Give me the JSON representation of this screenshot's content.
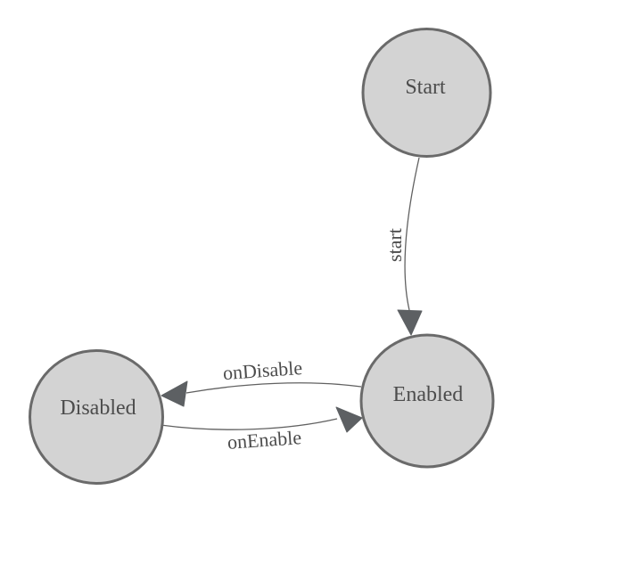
{
  "diagram": {
    "type": "state-machine",
    "background_color": "#ffffff",
    "colors": {
      "node_fill": "#d3d3d3",
      "node_stroke": "#6a6a6a",
      "edge_stroke": "#616161",
      "arrow_fill": "#5d6063",
      "label_color": "#4c4c4c"
    },
    "nodes": [
      {
        "id": "start",
        "label": "Start"
      },
      {
        "id": "enabled",
        "label": "Enabled"
      },
      {
        "id": "disabled",
        "label": "Disabled"
      }
    ],
    "edges": [
      {
        "id": "start-to-enabled",
        "from": "start",
        "to": "enabled",
        "label": "start"
      },
      {
        "id": "enabled-to-disabled",
        "from": "enabled",
        "to": "disabled",
        "label": "onDisable"
      },
      {
        "id": "disabled-to-enabled",
        "from": "disabled",
        "to": "enabled",
        "label": "onEnable"
      }
    ]
  }
}
